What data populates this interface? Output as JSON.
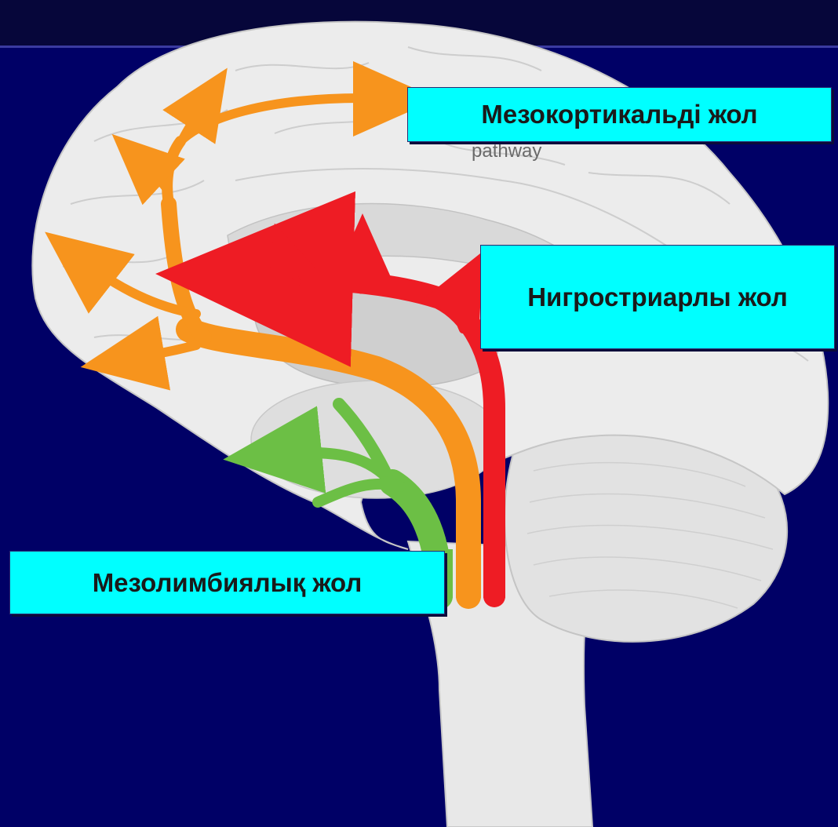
{
  "labels": {
    "mesocortical": "Мезокортикальді жол",
    "nigrostriatal": "Нигростриарлы жол",
    "mesolimbic": "Мезолимбиялық жол"
  },
  "background_text": "pathway",
  "colors": {
    "background": "#000066",
    "label_box": "#00ffff",
    "brain": "#e6e6e6",
    "mesocortical_path": "#f7941d",
    "nigrostriatal_path": "#ee1c24",
    "mesolimbic_path": "#6cbf45"
  }
}
